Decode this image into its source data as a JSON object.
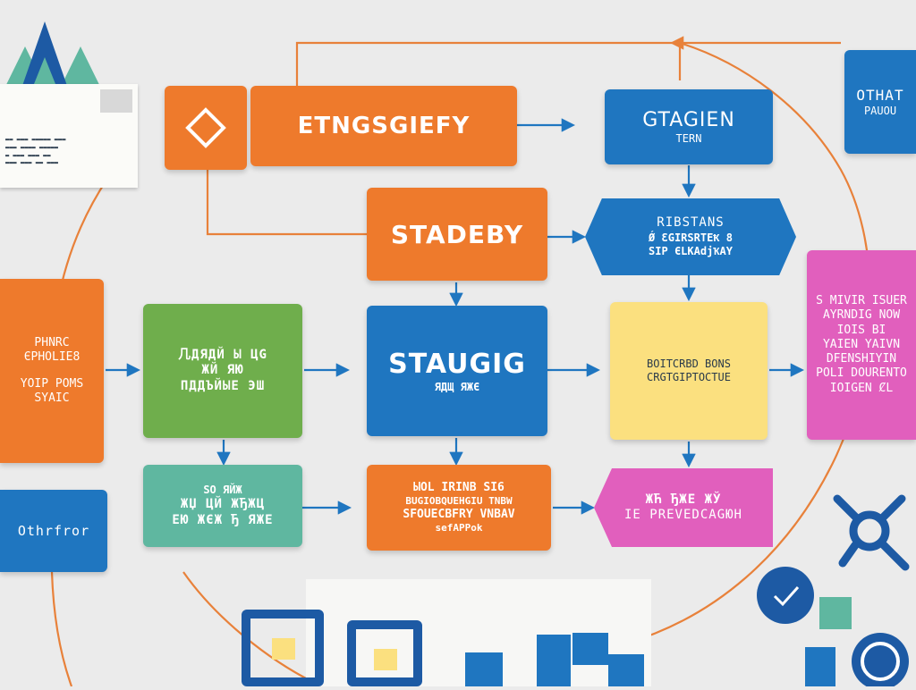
{
  "colors": {
    "orange": "#ee7a2c",
    "blue": "#1f76c0",
    "green": "#6fae4c",
    "teal": "#5fb7a0",
    "yellow": "#fbe07f",
    "pink": "#e15fbd",
    "navy": "#1d5aa4",
    "wire": "#e8813a"
  },
  "icons": {
    "logo": "triangle-mountains-icon",
    "diamond": "diamond-icon",
    "check": "checkmark-icon",
    "network": "network-nodes-icon"
  },
  "nodes": {
    "top_orange": "ETNGSGIEFY",
    "top_blue": [
      "GTAGIEN",
      "TERN"
    ],
    "top_right": [
      "OTHAT",
      "PAUOU"
    ],
    "stadeby": "STADEBY",
    "hex": [
      "RIBSTANS",
      "Ǿ ƐGIRSRTEҞ 8",
      "SIP ЄLKAdjҠAY"
    ],
    "left_orange": [
      "PHNRC",
      "ЄPHOLIE8",
      "YOIP POMS",
      "SYAIC"
    ],
    "green": [
      "几ДЯДЙ Ы ЦG",
      "ЖЙ ЯЮ",
      "ПДДЪЙЫЕ ЭШ"
    ],
    "center_blue": [
      "STAUGIG",
      "ЯДЩ ЯЖЄ"
    ],
    "yellow": [
      "BOITCRBD BONS",
      "CRGTGIPTOCTUE"
    ],
    "pink_right": [
      "S MIVIR ISUER",
      "AYRNDIG NOW",
      "IOIS BI",
      "YAIEN YAIVN",
      "DFENSHIYIN",
      "POLI DOURENTO",
      "IOIGEN ȻL"
    ],
    "other_blue": "Othrfror",
    "teal": [
      "SO ЯЙЖ",
      "ЖЏ ЦЙ ЖЂЖЦ",
      "ЕЮ ЖЄЖ Ђ ЯЖЕ"
    ],
    "orange_bottom": [
      "ЫOL IRINB SI6",
      "BUGIOBQUEHGIU TNBW",
      "SFOUECBFRY VNBAV",
      "ѕеfAPPok"
    ],
    "pink_tag": [
      "ЖЋ ЂЖЕ ЖЎ",
      "IE PREVEDCAGЮH"
    ]
  },
  "doc_card": {
    "lines": [
      "▬▬ ▬▬▬ ▬▬▬▬▬ ▬▬▬",
      "▬▬▬ ▬▬▬▬ ▬▬▬▬▬",
      "▬ ▬▬▬ ▬▬▬ ▬▬",
      "▬▬▬ ▬▬▬ ▬▬ ▬▬▬"
    ]
  }
}
